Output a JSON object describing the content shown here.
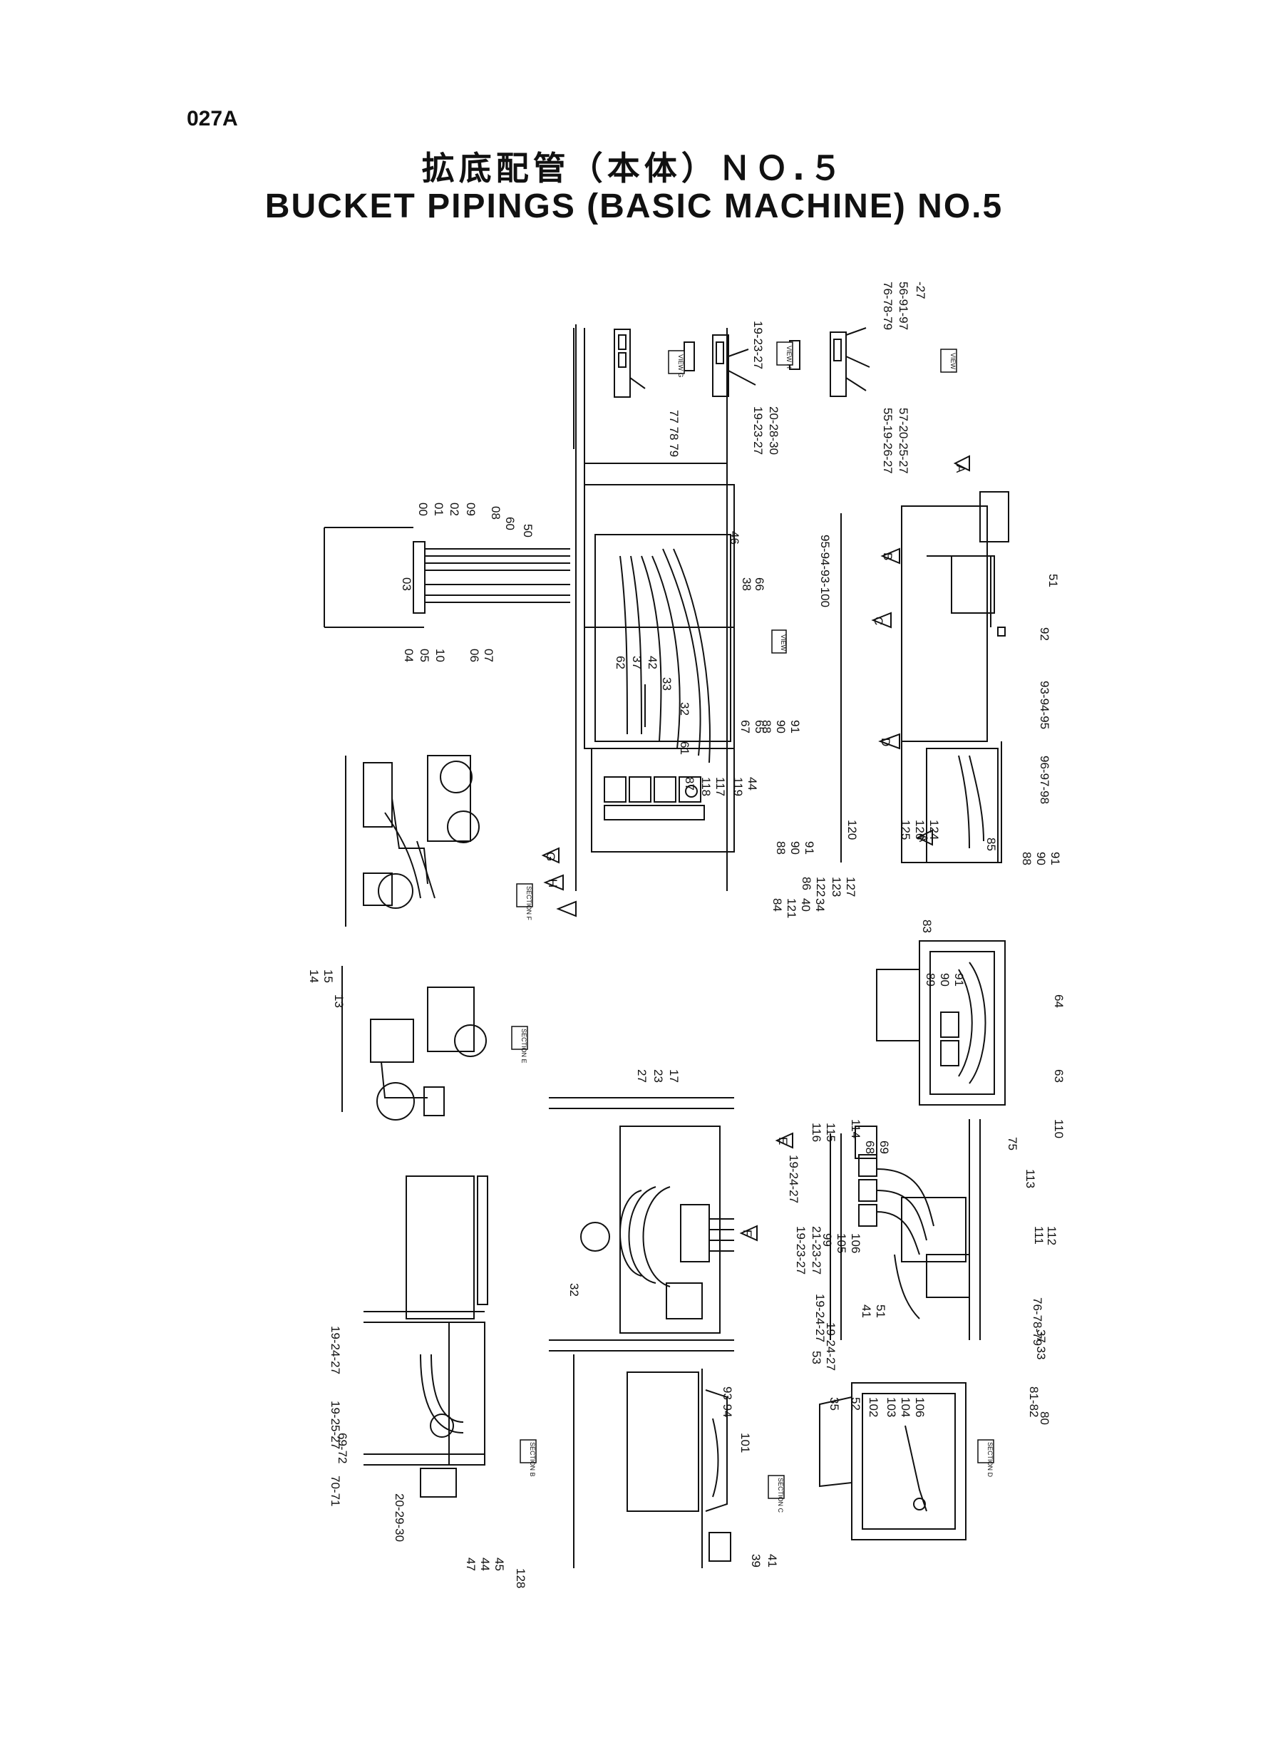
{
  "page_code": "027A",
  "title_jp": "拡底配管（本体）ＮＯ.５",
  "title_en": "BUCKET PIPINGS (BASIC MACHINE) NO.5",
  "view_tags": {
    "view_g": "VIEW G",
    "view_h": "VIEW H",
    "view_i": "VIEW I",
    "view_main": "VIEW",
    "section_f": "SECTION F",
    "section_e": "SECTION E",
    "section_b": "SECTION B",
    "section_c": "SECTION C",
    "section_d": "SECTION D"
  },
  "arrow_letters": [
    "A",
    "B",
    "C",
    "D",
    "G",
    "H",
    "E",
    "F",
    "A"
  ],
  "callouts": {
    "vg": [
      "77 78 79"
    ],
    "vh": [
      "19-23-27",
      "19-23-27",
      "20-28-30"
    ],
    "vi": [
      "76-78-79",
      "56-91-97",
      "-27",
      "55-19-26-27",
      "57-20-25-27"
    ],
    "top": [
      "00",
      "01",
      "02",
      "09",
      "08",
      "60",
      "50",
      "03",
      "04",
      "05",
      "10",
      "06",
      "07",
      "46",
      "38",
      "66"
    ],
    "mid": [
      "62",
      "37",
      "42",
      "33",
      "32",
      "87",
      "118",
      "117",
      "119",
      "44",
      "88",
      "90",
      "91",
      "84",
      "121",
      "40",
      "34",
      "120",
      "127",
      "123",
      "122",
      "86",
      "88",
      "90",
      "91",
      "65",
      "67",
      "61"
    ],
    "secf": [
      "125",
      "126",
      "124"
    ],
    "right": [
      "95-94-93-100",
      "51",
      "92",
      "93-94-95",
      "96-97-98",
      "85",
      "88",
      "90",
      "91"
    ],
    "rlow": [
      "83",
      "89",
      "90",
      "91",
      "64",
      "63",
      "110"
    ],
    "sece": [
      "14",
      "15",
      "13"
    ],
    "centre": [
      "27",
      "23",
      "17",
      "19-24-27",
      "19-23-27",
      "21-23-27",
      "19-24-27",
      "19-24-27",
      "32"
    ],
    "rcentre": [
      "116",
      "115",
      "114",
      "68",
      "69",
      "75",
      "113",
      "111",
      "112",
      "76-78-79",
      "99",
      "105",
      "106",
      "41",
      "51",
      "37 33",
      "53",
      "35",
      "52",
      "102",
      "103",
      "104",
      "106",
      "81-82",
      "80"
    ],
    "secb": [
      "19-24-27",
      "19-25-27",
      "69-72",
      "20-29-30",
      "70-71",
      "47",
      "44",
      "45",
      "128"
    ],
    "secc": [
      "93-94",
      "101",
      "39",
      "41"
    ]
  }
}
